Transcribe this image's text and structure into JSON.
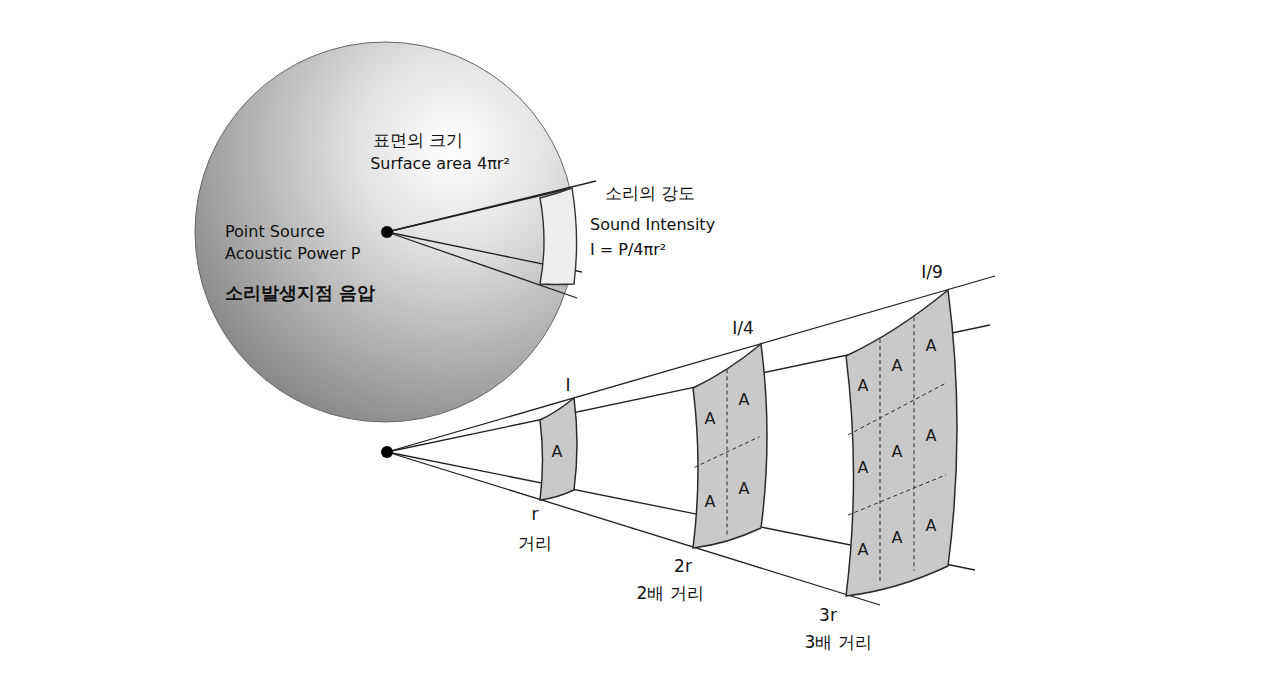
{
  "diagram": {
    "nodes": [
      {
        "text": [
          "표면의 크기",
          "Surface area 4πr²",
          "Point Source Acoustic Power P",
          "소리발생지점 음압"
        ]
      },
      {
        "text": [
          "A"
        ]
      },
      {
        "text": [
          "A",
          "A",
          "A",
          "A"
        ]
      },
      {
        "text": [
          "A",
          "A",
          "A",
          "A",
          "A",
          "A",
          "A",
          "A",
          "A"
        ]
      }
    ],
    "labels": [
      "소리의 강도",
      "Sound Intensity",
      "I = P/4πr²",
      "I",
      "I/4",
      "I/9",
      "r",
      "거리",
      "2r",
      "2배 거리",
      "3r",
      "3배 거리"
    ]
  }
}
